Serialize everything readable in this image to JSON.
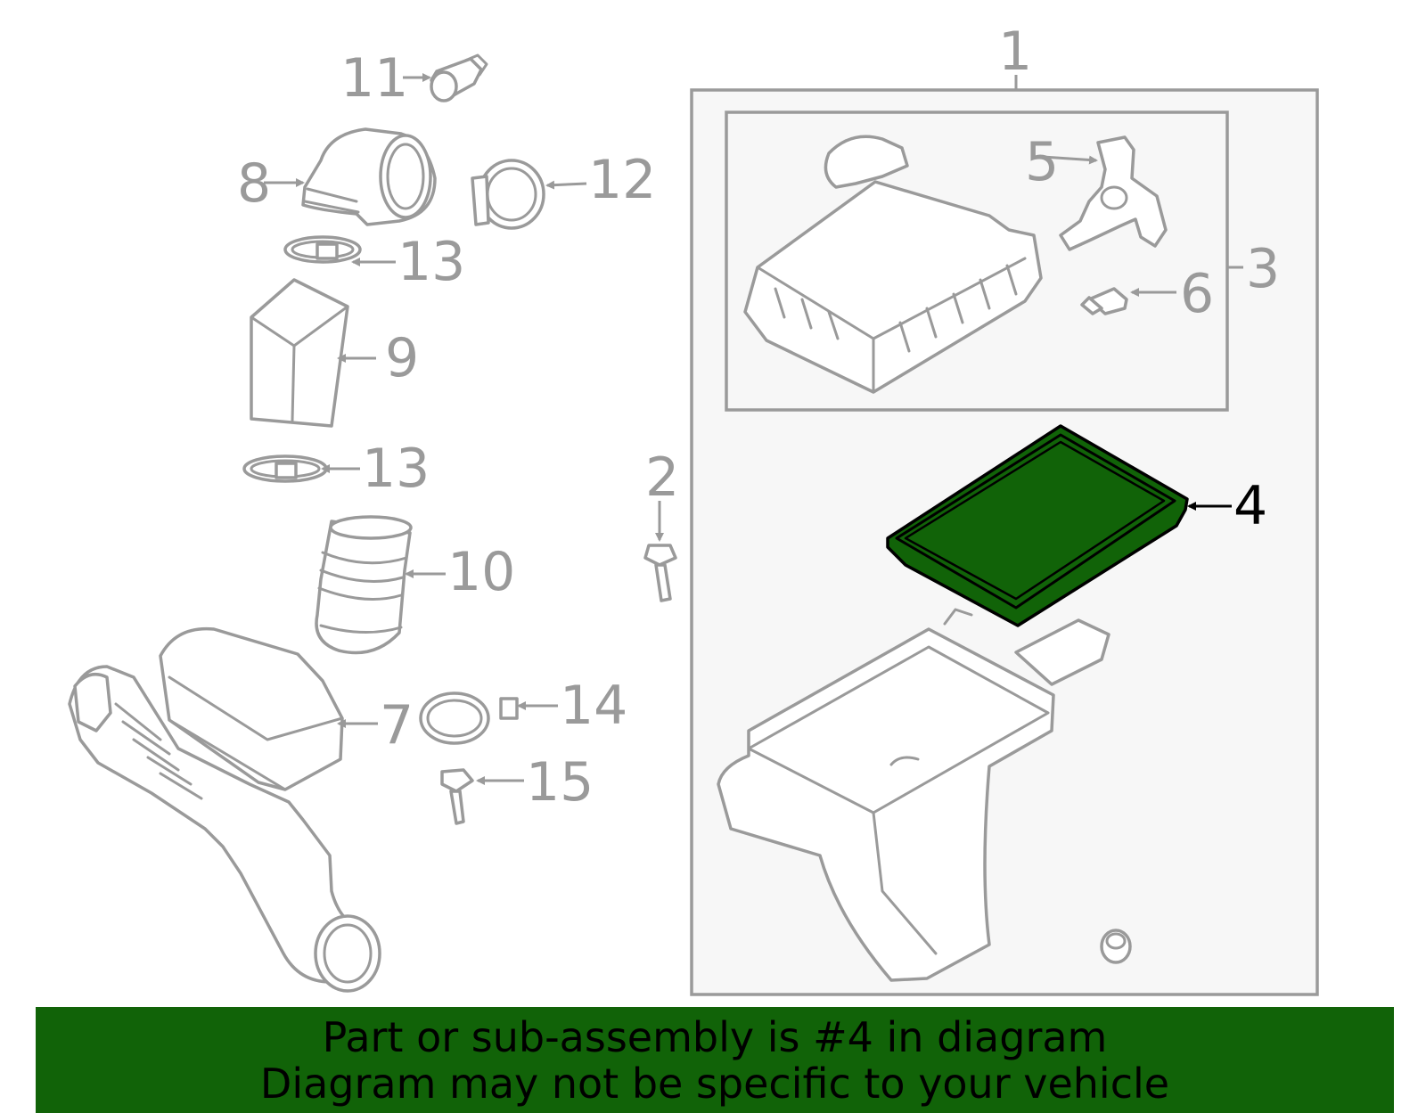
{
  "highlight_color": "#116308",
  "callouts": {
    "p1": "1",
    "p2": "2",
    "p3": "3",
    "p4": "4",
    "p5": "5",
    "p6": "6",
    "p7": "7",
    "p8": "8",
    "p9": "9",
    "p10": "10",
    "p11": "11",
    "p12": "12",
    "p13a": "13",
    "p13b": "13",
    "p14": "14",
    "p15": "15"
  },
  "banner": {
    "line1": "Part or sub-assembly is #4 in diagram",
    "line2": "Diagram may not be specific to your vehicle"
  }
}
